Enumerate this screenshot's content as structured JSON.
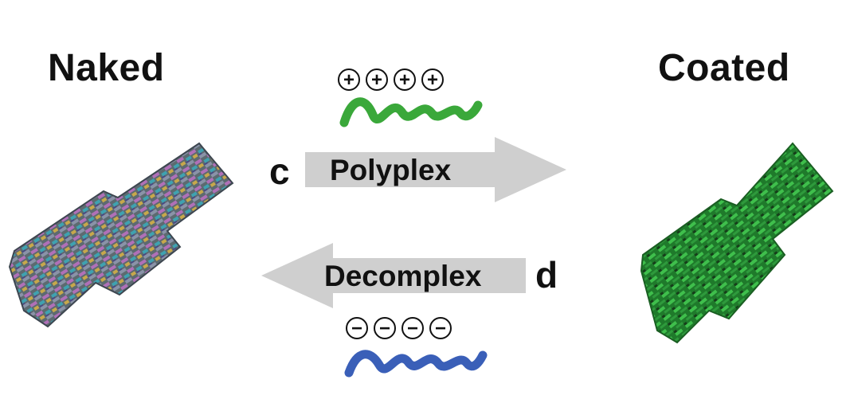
{
  "titles": {
    "left": "Naked",
    "right": "Coated"
  },
  "arrows": {
    "forward": {
      "label": "Polyplex",
      "letter": "c"
    },
    "reverse": {
      "label": "Decomplex",
      "letter": "d"
    }
  },
  "polymers": {
    "cationic": {
      "charge_symbol": "+",
      "charge_count": 4,
      "color": "#3aa83a"
    },
    "anionic": {
      "charge_symbol": "−",
      "charge_count": 4,
      "color": "#3a5fb8"
    }
  },
  "colors": {
    "arrow_fill": "#cfcfcf",
    "coated_structure": "#2e9a3c"
  }
}
